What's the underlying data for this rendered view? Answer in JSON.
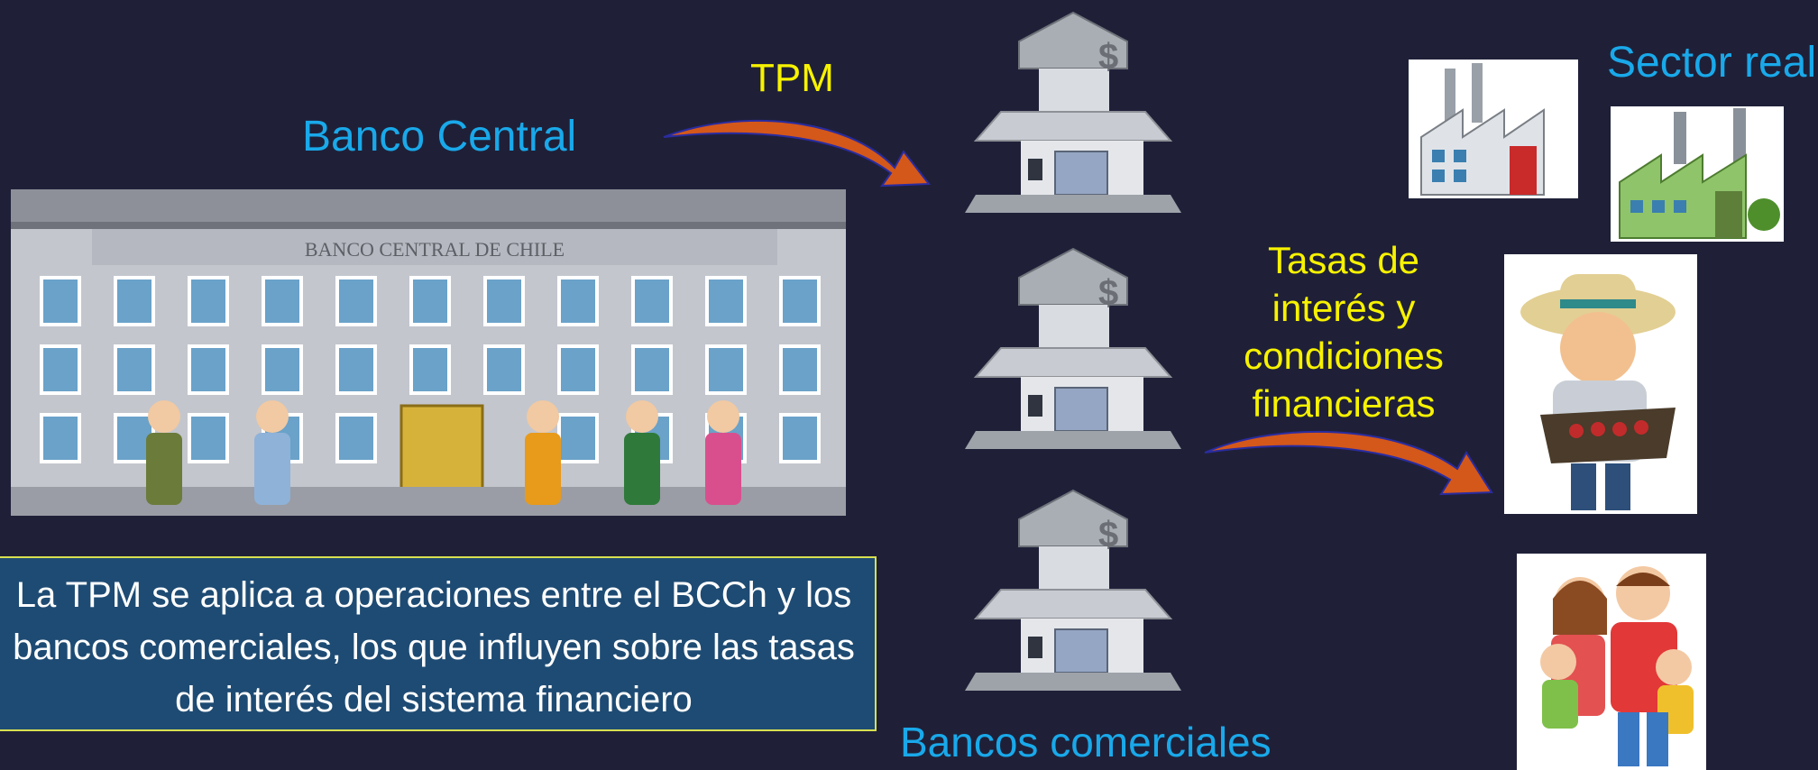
{
  "colors": {
    "background": "#1f2038",
    "title_blue": "#19a9ea",
    "label_yellow": "#f7f200",
    "arrow_orange": "#d4581a",
    "note_fill": "#1e4b73",
    "note_border": "#d8e050"
  },
  "central_bank": {
    "title": "Banco Central",
    "building_sign": "BANCO CENTRAL DE CHILE"
  },
  "tpm_label": "TPM",
  "commercial_banks": {
    "title": "Bancos comerciales",
    "icon": "bank-icon"
  },
  "rates_label_lines": [
    "Tasas de",
    "interés y",
    "condiciones",
    "financieras"
  ],
  "real_sector": {
    "title": "Sector real"
  },
  "note_lines": [
    "La TPM se aplica a operaciones entre el BCCh y los",
    "bancos comerciales, los que influyen sobre las tasas",
    "de interés del sistema financiero"
  ]
}
